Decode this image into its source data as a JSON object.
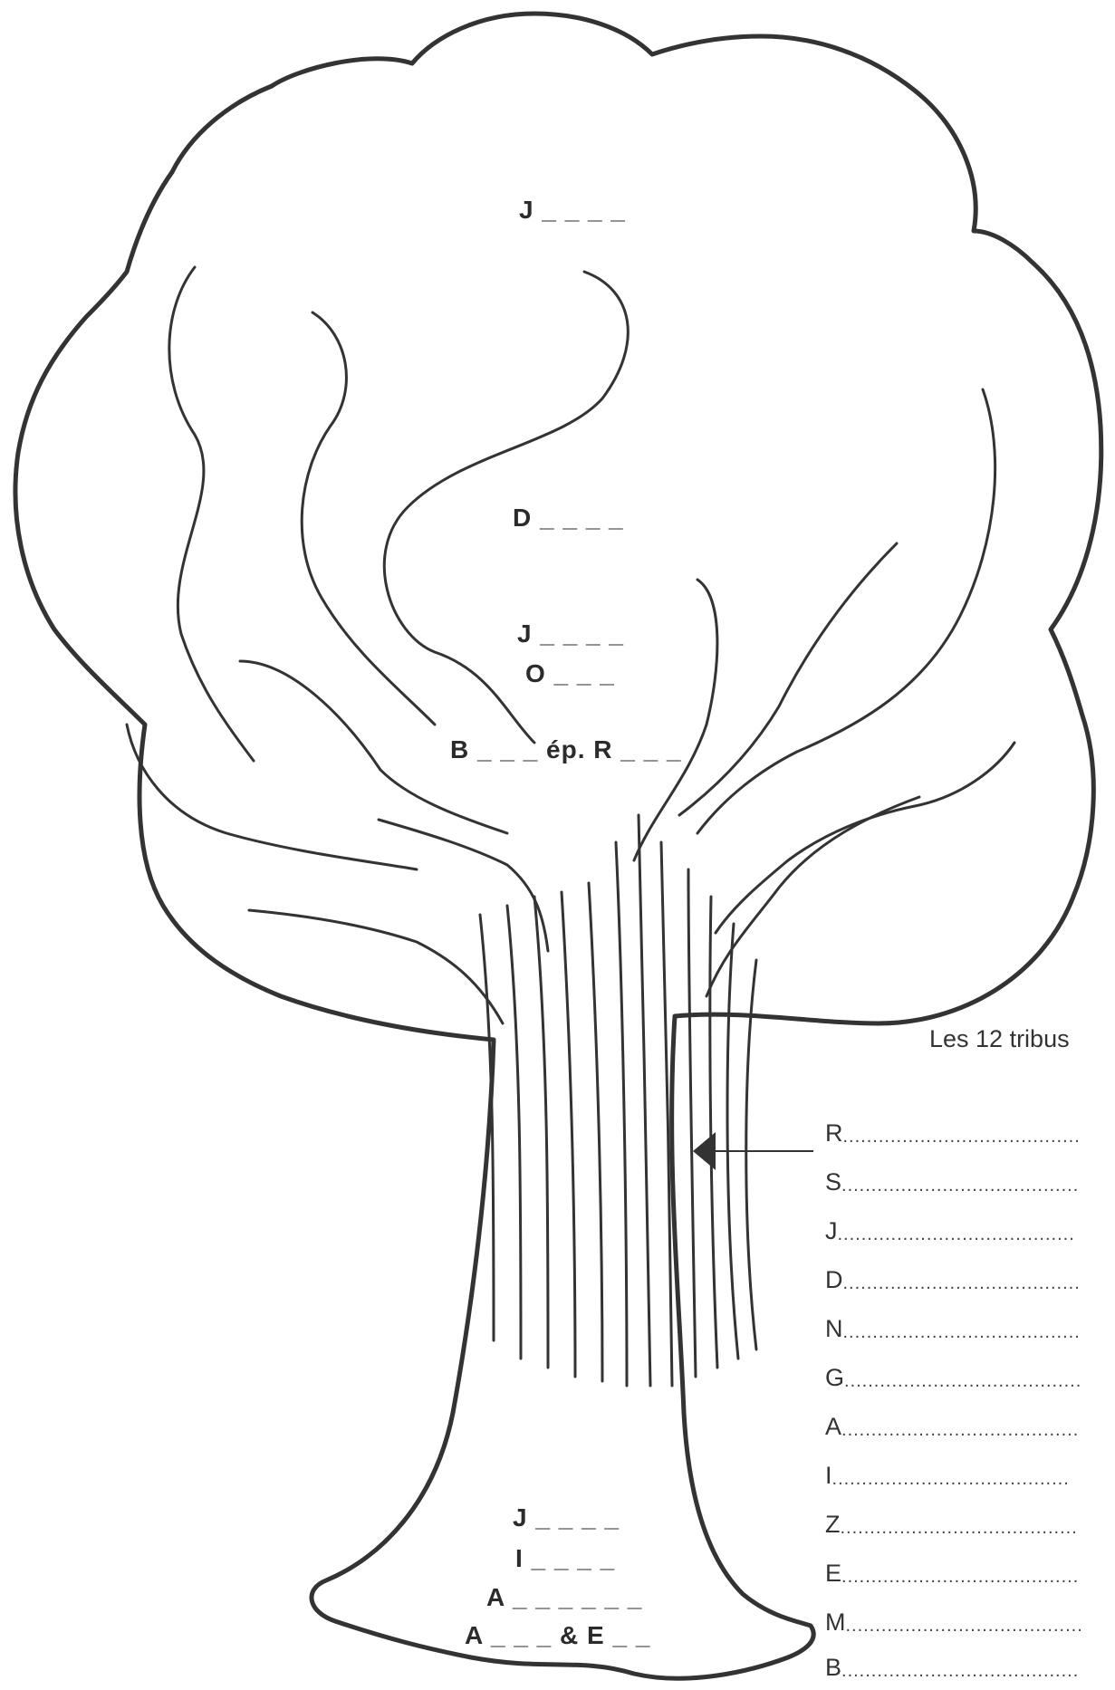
{
  "tree": {
    "crown_labels": [
      "J _ _ _ _",
      "D _ _ _ _",
      "J _ _ _ _",
      "O _ _ _",
      "B _ _ _ ép. R _ _ _"
    ],
    "trunk_labels": [
      "J _ _ _ _",
      "I _ _ _ _",
      "A _ _ _ _ _ _",
      "A _ _ _ & E _ _"
    ]
  },
  "tribes": {
    "title": "Les 12 tribus",
    "letters": [
      "R",
      "S",
      "J",
      "D",
      "N",
      "G",
      "A",
      "I",
      "Z",
      "E",
      "M",
      "B"
    ],
    "dots": "........................................"
  },
  "colors": {
    "ink": "#333333",
    "paper": "#ffffff"
  }
}
